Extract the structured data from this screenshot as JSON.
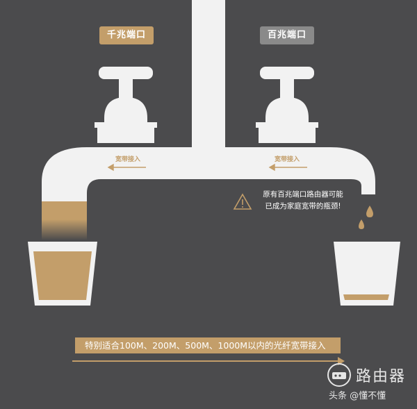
{
  "labels": {
    "gigabit_port": "千兆端口",
    "hundred_port": "百兆端口",
    "broadband_in_left": "宽带接入",
    "broadband_in_right": "宽带接入"
  },
  "warning": {
    "line1": "原有百兆端口路由器可能",
    "line2": "已成为家庭宽带的瓶颈!"
  },
  "banner": {
    "text": "特别适合100M、200M、500M、1000M以内的光纤宽带接入"
  },
  "watermark": {
    "brand": "路由器",
    "author": "头条 @懂不懂"
  },
  "colors": {
    "background": "#4b4b4d",
    "pipe": "#f2f2f2",
    "gold": "#c39e6a",
    "gray_tag": "#8a8a8a"
  }
}
